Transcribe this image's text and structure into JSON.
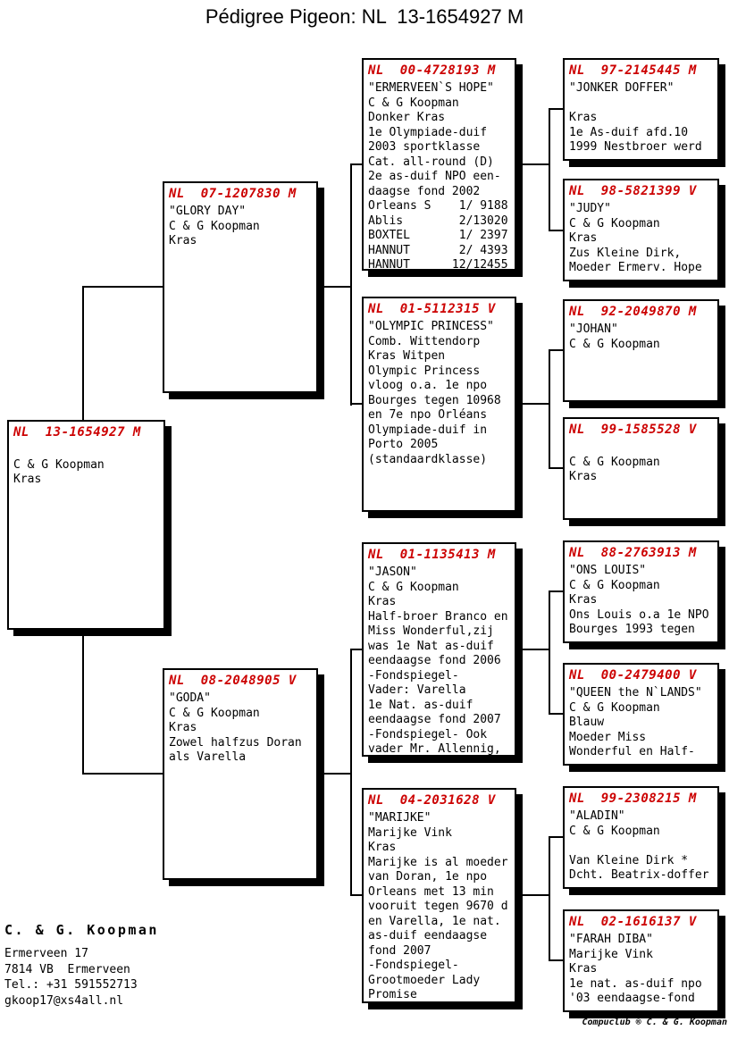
{
  "title": "Pédigree Pigeon: NL  13-1654927 M",
  "colors": {
    "ring_red": "#CC0000"
  },
  "boxes": {
    "subject": {
      "ring": "NL  13-1654927 M",
      "body": "\nC & G Koopman\nKras"
    },
    "glory": {
      "ring": "NL  07-1207830 M",
      "body": "\"GLORY DAY\"\nC & G Koopman\nKras"
    },
    "goda": {
      "ring": "NL  08-2048905 V",
      "body": "\"GODA\"\nC & G Koopman\nKras\nZowel halfzus Doran\nals Varella"
    },
    "ermerveen": {
      "ring": "NL  00-4728193 M",
      "body": "\"ERMERVEEN`S HOPE\"\nC & G Koopman\nDonker Kras\n1e Olympiade-duif\n2003 sportklasse\nCat. all-round (D)\n2e as-duif NPO een-\ndaagse fond 2002\nOrleans S    1/ 9188\nAblis        2/13020\nBOXTEL       1/ 2397\nHANNUT       2/ 4393\nHANNUT      12/12455"
    },
    "olympic": {
      "ring": "NL  01-5112315 V",
      "body": "\"OLYMPIC PRINCESS\"\nComb. Wittendorp\nKras Witpen\nOlympic Princess\nvloog o.a. 1e npo\nBourges tegen 10968\nen 7e npo Orléans\nOlympiade-duif in\nPorto 2005\n(standaardklasse)"
    },
    "jason": {
      "ring": "NL  01-1135413 M",
      "body": "\"JASON\"\nC & G Koopman\nKras\nHalf-broer Branco en\nMiss Wonderful,zij\nwas 1e Nat as-duif\neendaagse fond 2006\n-Fondspiegel-\nVader: Varella\n1e Nat. as-duif\neendaagse fond 2007\n-Fondspiegel- Ook\nvader Mr. Allennig,"
    },
    "marijke": {
      "ring": "NL  04-2031628 V",
      "body": "\"MARIJKE\"\nMarijke Vink\nKras\nMarijke is al moeder\nvan Doran, 1e npo\nOrleans met 13 min\nvooruit tegen 9670 d\nen Varella, 1e nat.\nas-duif eendaagse\nfond 2007\n-Fondspiegel-\nGrootmoeder Lady\nPromise"
    },
    "jonker": {
      "ring": "NL  97-2145445 M",
      "body": "\"JONKER DOFFER\"\n\nKras\n1e As-duif afd.10\n1999 Nestbroer werd"
    },
    "judy": {
      "ring": "NL  98-5821399 V",
      "body": "\"JUDY\"\nC & G Koopman\nKras\nZus Kleine Dirk,\nMoeder Ermerv. Hope"
    },
    "johan": {
      "ring": "NL  92-2049870 M",
      "body": "\"JOHAN\"\nC & G Koopman"
    },
    "nl991585528": {
      "ring": "NL  99-1585528 V",
      "body": "\nC & G Koopman\nKras"
    },
    "onslouis": {
      "ring": "NL  88-2763913 M",
      "body": "\"ONS LOUIS\"\nC & G Koopman\nKras\nOns Louis o.a 1e NPO\nBourges 1993 tegen"
    },
    "queen": {
      "ring": "NL  00-2479400 V",
      "body": "\"QUEEN the N`LANDS\"\nC & G Koopman\nBlauw\nMoeder Miss\nWonderful en Half-"
    },
    "aladin": {
      "ring": "NL  99-2308215 M",
      "body": "\"ALADIN\"\nC & G Koopman\n\nVan Kleine Dirk *\nDcht. Beatrix-doffer"
    },
    "farah": {
      "ring": "NL  02-1616137 V",
      "body": "\"FARAH DIBA\"\nMarijke Vink\nKras\n1e nat. as-duif npo\n'03 eendaagse-fond"
    }
  },
  "footer": {
    "name": "C. & G. Koopman",
    "address": "Ermerveen 17\n7814 VB  Ermerveen\nTel.: +31 591552713\ngkoop17@xs4all.nl"
  },
  "credit": "Compuclub ® C. & G. Koopman"
}
